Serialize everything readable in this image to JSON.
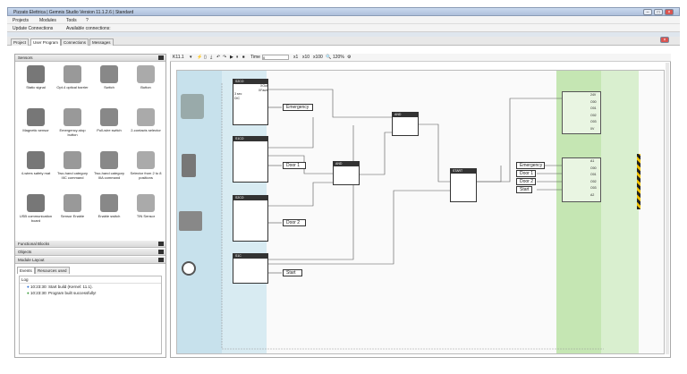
{
  "window": {
    "title": "Pizzato Elettrica | Gemnis Studio  Version 11.1.2.6 | Standard"
  },
  "menu": [
    "Projects",
    "Modules",
    "Tools",
    "?"
  ],
  "toolbar": {
    "update": "Update Connections",
    "available": "Available connections:"
  },
  "tabs": [
    "Project",
    "User Program",
    "Connections",
    "Messages"
  ],
  "left": {
    "sensors_header": "Sensors",
    "sensors": [
      "Static signal",
      "Opt.4 optical barrier",
      "Switch",
      "Button",
      "Magnetic sensor",
      "Emergency-stop button",
      "Pull-wire switch",
      "2-contacts selector",
      "4-wires safety mat",
      "Two-hand category IIIC command",
      "Two-hand category IIIA command",
      "Selector from 2 to 8 positions",
      "USB communication board",
      "Sensor Enable",
      "Enable switch",
      "TIN Sensor"
    ],
    "sections": [
      "Functional Blocks",
      "Objects",
      "Module Layout"
    ],
    "bottom_tabs": [
      "Events",
      "Resources used"
    ],
    "log_title": "Log",
    "log": [
      "10:23:30: Start build (Kernel: 11.1).",
      "10:23:30: Program built successfully!"
    ]
  },
  "canvas": {
    "module": "K11.1",
    "time_label": "Time",
    "time_value": "0",
    "steps": [
      "x1",
      "x10",
      "x100"
    ],
    "zoom": "120%",
    "blocks": {
      "b1": {
        "title": "S2CO",
        "lines": [
          "",
          "",
          "",
          "",
          "3 sec",
          "DIC"
        ]
      },
      "b2": {
        "title": "S1CO",
        "lines": [
          "",
          "",
          "",
          ""
        ]
      },
      "b3": {
        "title": "S2CO",
        "lines": [
          "",
          "",
          "",
          ""
        ]
      },
      "b4": {
        "title": "S1C",
        "lines": [
          "",
          ""
        ]
      },
      "and1": {
        "title": "AND",
        "lines": [
          "",
          ""
        ]
      },
      "and2": {
        "title": "AND",
        "lines": [
          "",
          ""
        ]
      },
      "start": {
        "title": "START",
        "lines": [
          "",
          ""
        ]
      }
    },
    "tags_left": [
      "Emergency",
      "Door 1",
      "Door 2",
      "Start"
    ],
    "tags_right": [
      "Emergency",
      "Door 1",
      "Door 2",
      "Start"
    ],
    "outputs_top": [
      "24V",
      "O00",
      "O01",
      "O02",
      "O03",
      "0V"
    ],
    "outputs_bottom": [
      "A1",
      "O00",
      "O01",
      "O02",
      "O03",
      "A2"
    ]
  }
}
